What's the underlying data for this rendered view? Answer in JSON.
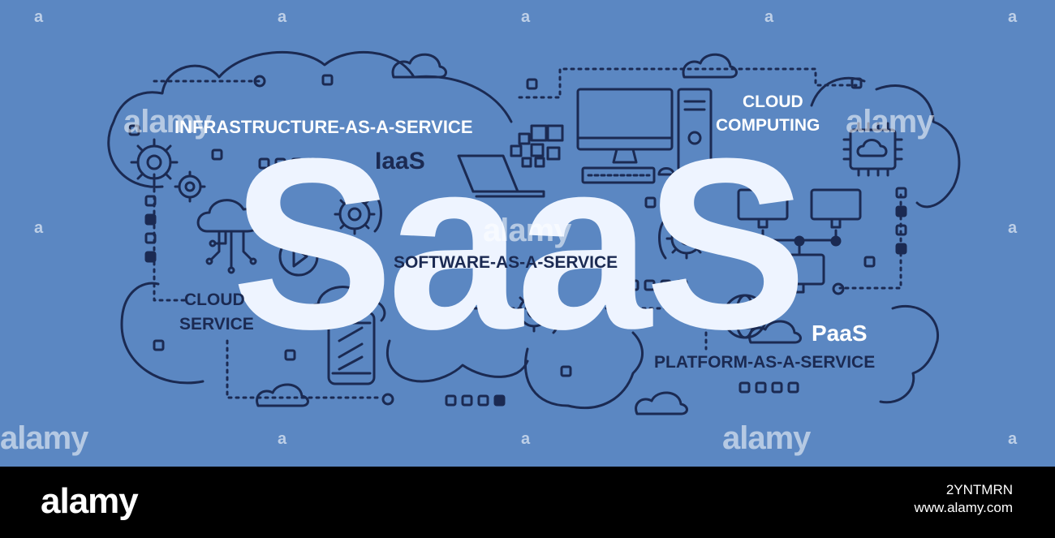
{
  "title": "SaaS",
  "labels": {
    "iaas_full": "INFRASTRUCTURE-AS-A-SERVICE",
    "iaas": "IaaS",
    "cloud_computing_1": "CLOUD",
    "cloud_computing_2": "COMPUTING",
    "saas_full": "SOFTWARE-AS-A-SERVICE",
    "cloud_service_1": "CLOUD",
    "cloud_service_2": "SERVICE",
    "paas": "PaaS",
    "paas_full": "PLATFORM-AS-A-SERVICE"
  },
  "watermark": {
    "text": "alamy",
    "letter": "a"
  },
  "footer": {
    "logo": "alamy",
    "image_id": "2YNTMRN",
    "site": "www.alamy.com"
  },
  "colors": {
    "background": "#5b87c2",
    "line": "#1b2a52",
    "title": "#eef4ff"
  }
}
